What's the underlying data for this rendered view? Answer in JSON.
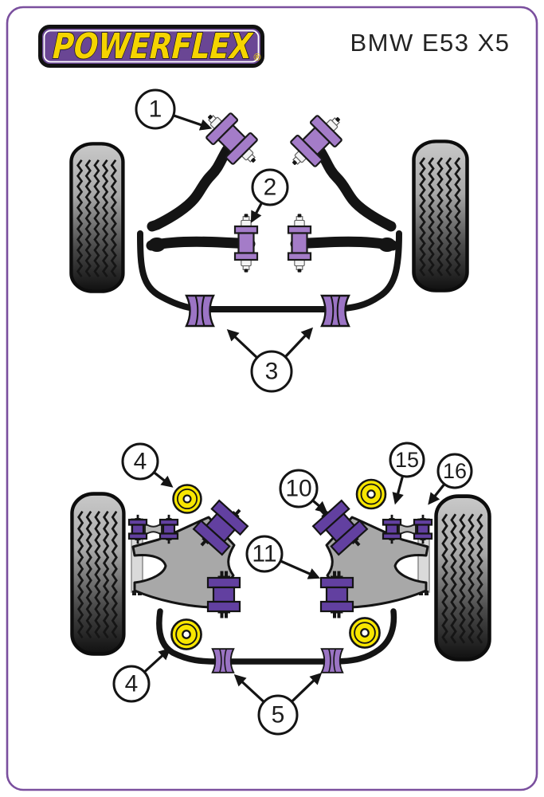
{
  "header": {
    "logo_text": "POWERFLEX",
    "registered_mark": "®",
    "title": "BMW E53 X5"
  },
  "callout_labels": [
    "1",
    "2",
    "3",
    "4",
    "5",
    "10",
    "11",
    "15",
    "16"
  ],
  "diagrams": {
    "front": {
      "callouts_shown": [
        "1",
        "2",
        "3"
      ]
    },
    "rear": {
      "callouts_shown": [
        "4",
        "10",
        "15",
        "16",
        "11",
        "4",
        "5"
      ]
    }
  },
  "colors": {
    "page_border_purple": "#7a4f9e",
    "logo_background_purple": "#6a4694",
    "logo_yellow": "#f5d400",
    "bush_light_purple": "#a47cc8",
    "bush_dark_purple": "#6240a0",
    "arb_bush_purple": "#9b74c4",
    "bush_yellow": "#f8e600",
    "arm_gray": "#a8a8a8",
    "line_black": "#141414",
    "title_text": "#232323"
  }
}
